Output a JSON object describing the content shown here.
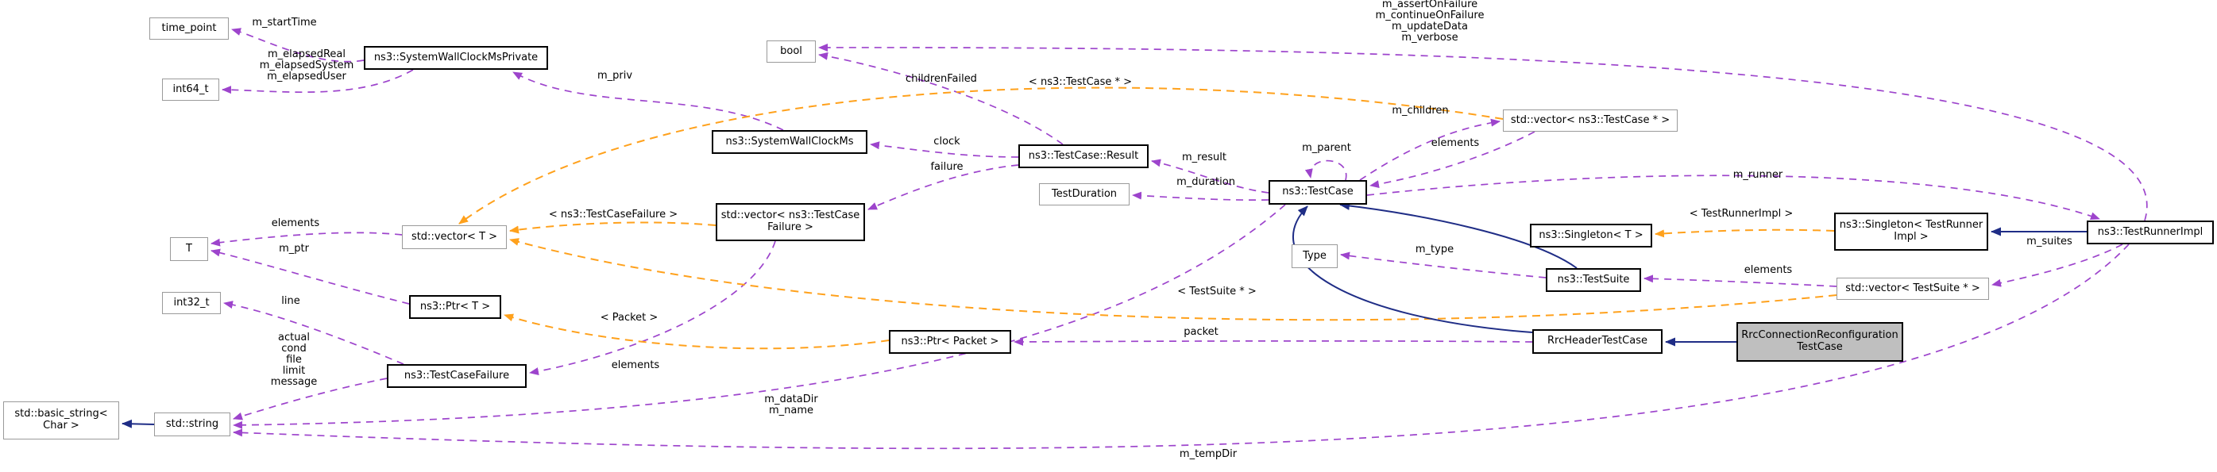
{
  "diagram": {
    "kind": "collaboration-graph",
    "highlighted_node": "RrcConnectionReconfiguration\nTestCase",
    "colors": {
      "usage_edge": "#9d44cc",
      "template_edge": "#ffa11c",
      "inheritance_edge": "#1f2d86",
      "highlight_fill": "#bfbfbf",
      "strong_border": "#000000",
      "plain_border": "#9a9a9a"
    },
    "nodes": [
      {
        "id": "timepoint",
        "label": "time_point",
        "emphasis": "plain"
      },
      {
        "id": "int64",
        "label": "int64_t",
        "emphasis": "plain"
      },
      {
        "id": "sysprivate",
        "label": "ns3::SystemWallClockMsPrivate",
        "emphasis": "strong"
      },
      {
        "id": "bool",
        "label": "bool",
        "emphasis": "plain"
      },
      {
        "id": "syswallclock",
        "label": "ns3::SystemWallClockMs",
        "emphasis": "strong"
      },
      {
        "id": "result",
        "label": "ns3::TestCase::Result",
        "emphasis": "strong"
      },
      {
        "id": "testduration",
        "label": "TestDuration",
        "emphasis": "plain"
      },
      {
        "id": "testcase",
        "label": "ns3::TestCase",
        "emphasis": "strong"
      },
      {
        "id": "vectestcase",
        "label": "std::vector< ns3::TestCase * >",
        "emphasis": "plain"
      },
      {
        "id": "vect",
        "label": "std::vector< T >",
        "emphasis": "plain"
      },
      {
        "id": "T",
        "label": "T",
        "emphasis": "plain"
      },
      {
        "id": "vecfailure",
        "label": "std::vector< ns3::TestCase\nFailure >",
        "emphasis": "strong"
      },
      {
        "id": "int32",
        "label": "int32_t",
        "emphasis": "plain"
      },
      {
        "id": "ptrt",
        "label": "ns3::Ptr< T >",
        "emphasis": "strong"
      },
      {
        "id": "tcfailure",
        "label": "ns3::TestCaseFailure",
        "emphasis": "strong"
      },
      {
        "id": "ptrpacket",
        "label": "ns3::Ptr< Packet >",
        "emphasis": "strong"
      },
      {
        "id": "rrcheader",
        "label": "RrcHeaderTestCase",
        "emphasis": "strong"
      },
      {
        "id": "rrcconn",
        "label": "RrcConnectionReconfiguration\nTestCase",
        "emphasis": "highlight"
      },
      {
        "id": "basicstring",
        "label": "std::basic_string<\nChar >",
        "emphasis": "plain"
      },
      {
        "id": "stdstring",
        "label": "std::string",
        "emphasis": "plain"
      },
      {
        "id": "type",
        "label": "Type",
        "emphasis": "plain"
      },
      {
        "id": "testsuite",
        "label": "ns3::TestSuite",
        "emphasis": "strong"
      },
      {
        "id": "singletont",
        "label": "ns3::Singleton< T >",
        "emphasis": "strong"
      },
      {
        "id": "singletonimpl",
        "label": "ns3::Singleton< TestRunner\nImpl >",
        "emphasis": "strong"
      },
      {
        "id": "runnerimpl",
        "label": "ns3::TestRunnerImpl",
        "emphasis": "strong"
      },
      {
        "id": "vecsuite",
        "label": "std::vector< TestSuite * >",
        "emphasis": "plain"
      }
    ],
    "edges": [
      {
        "id": "e1",
        "from": "sysprivate",
        "to": "timepoint",
        "label": "m_startTime",
        "kind": "usage"
      },
      {
        "id": "e2",
        "from": "sysprivate",
        "to": "int64",
        "label": "m_elapsedReal\nm_elapsedSystem\nm_elapsedUser",
        "kind": "usage"
      },
      {
        "id": "e3",
        "from": "syswallclock",
        "to": "sysprivate",
        "label": "m_priv",
        "kind": "usage"
      },
      {
        "id": "e4",
        "from": "result",
        "to": "bool",
        "label": "childrenFailed",
        "kind": "usage"
      },
      {
        "id": "e5",
        "from": "runnerimpl",
        "to": "bool",
        "label": "m_assertOnFailure\nm_continueOnFailure\nm_updateData\nm_verbose",
        "kind": "usage"
      },
      {
        "id": "e6",
        "from": "result",
        "to": "syswallclock",
        "label": "clock",
        "kind": "usage"
      },
      {
        "id": "e7",
        "from": "result",
        "to": "vecfailure",
        "label": "failure",
        "kind": "usage"
      },
      {
        "id": "e8",
        "from": "testcase",
        "to": "result",
        "label": "m_result",
        "kind": "usage"
      },
      {
        "id": "e9",
        "from": "testcase",
        "to": "testduration",
        "label": "m_duration",
        "kind": "usage"
      },
      {
        "id": "e10",
        "from": "testcase",
        "to": "testcase",
        "label": "m_parent",
        "kind": "usage"
      },
      {
        "id": "e11",
        "from": "testcase",
        "to": "vectestcase",
        "label": "m_children",
        "kind": "usage"
      },
      {
        "id": "e12",
        "from": "vectestcase",
        "to": "testcase",
        "label": "elements",
        "kind": "usage"
      },
      {
        "id": "e13",
        "from": "testcase",
        "to": "runnerimpl",
        "label": "m_runner",
        "kind": "usage"
      },
      {
        "id": "e14",
        "from": "vect",
        "to": "T",
        "label": "elements",
        "kind": "usage"
      },
      {
        "id": "e15",
        "from": "ptrt",
        "to": "T",
        "label": "m_ptr",
        "kind": "usage"
      },
      {
        "id": "e16",
        "from": "tcfailure",
        "to": "int32",
        "label": "line",
        "kind": "usage"
      },
      {
        "id": "e17",
        "from": "tcfailure",
        "to": "stdstring",
        "label": "actual\ncond\nfile\nlimit\nmessage",
        "kind": "usage"
      },
      {
        "id": "e18",
        "from": "vecfailure",
        "to": "tcfailure",
        "label": "elements",
        "kind": "usage"
      },
      {
        "id": "e19",
        "from": "testsuite",
        "to": "type",
        "label": "m_type",
        "kind": "usage"
      },
      {
        "id": "e20",
        "from": "testcase",
        "to": "stdstring",
        "label": "m_dataDir\nm_name",
        "kind": "usage"
      },
      {
        "id": "e21",
        "from": "runnerimpl",
        "to": "stdstring",
        "label": "m_tempDir",
        "kind": "usage"
      },
      {
        "id": "e22",
        "from": "rrcheader",
        "to": "ptrpacket",
        "label": "packet",
        "kind": "usage"
      },
      {
        "id": "e23",
        "from": "runnerimpl",
        "to": "vecsuite",
        "label": "m_suites",
        "kind": "usage"
      },
      {
        "id": "e24",
        "from": "vecsuite",
        "to": "testsuite",
        "label": "elements",
        "kind": "usage"
      },
      {
        "id": "t1",
        "from": "vectestcase",
        "to": "vect",
        "label": "< ns3::TestCase * >",
        "kind": "template"
      },
      {
        "id": "t2",
        "from": "vecfailure",
        "to": "vect",
        "label": "< ns3::TestCaseFailure >",
        "kind": "template"
      },
      {
        "id": "t3",
        "from": "vecsuite",
        "to": "vect",
        "label": "< TestSuite * >",
        "kind": "template"
      },
      {
        "id": "t4",
        "from": "ptrpacket",
        "to": "ptrt",
        "label": "< Packet >",
        "kind": "template"
      },
      {
        "id": "t5",
        "from": "singletonimpl",
        "to": "singletont",
        "label": "< TestRunnerImpl >",
        "kind": "template"
      },
      {
        "id": "i1",
        "from": "stdstring",
        "to": "basicstring",
        "label": "",
        "kind": "inheritance"
      },
      {
        "id": "i2",
        "from": "testsuite",
        "to": "testcase",
        "label": "",
        "kind": "inheritance"
      },
      {
        "id": "i3",
        "from": "rrcheader",
        "to": "testcase",
        "label": "",
        "kind": "inheritance"
      },
      {
        "id": "i4",
        "from": "rrcconn",
        "to": "rrcheader",
        "label": "",
        "kind": "inheritance"
      },
      {
        "id": "i5",
        "from": "runnerimpl",
        "to": "singletonimpl",
        "label": "",
        "kind": "inheritance"
      }
    ]
  }
}
